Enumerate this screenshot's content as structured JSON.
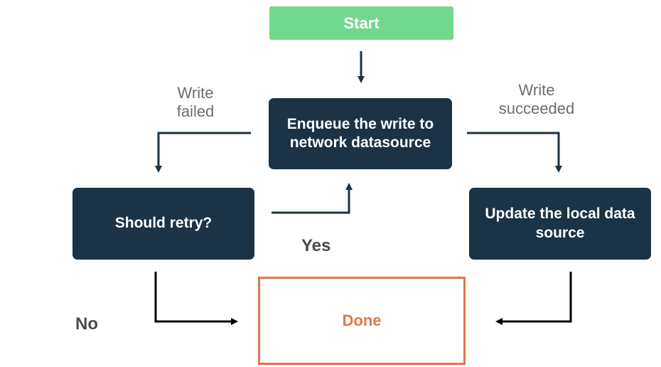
{
  "nodes": {
    "start": "Start",
    "enqueue": "Enqueue the write to network datasource",
    "retry": "Should retry?",
    "update": "Update the local data source",
    "done": "Done"
  },
  "edge_labels": {
    "write_failed": "Write failed",
    "write_succeeded": "Write succeeded",
    "yes": "Yes",
    "no": "No"
  },
  "colors": {
    "start_fill": "#72d88e",
    "process_fill": "#1b3344",
    "done_border": "#e0764a",
    "edge_label_text": "#6d6d6d"
  }
}
